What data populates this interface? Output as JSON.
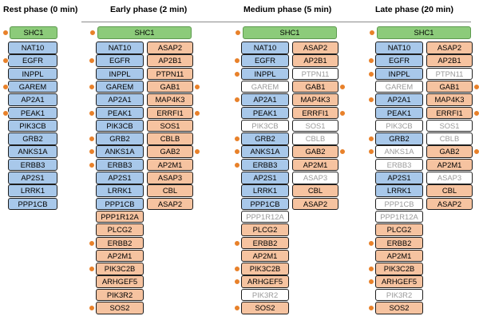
{
  "phases": [
    {
      "title": "Rest phase (0 min)"
    },
    {
      "title": "Early phase (2 min)"
    },
    {
      "title": "Medium phase (5 min)"
    },
    {
      "title": "Late phase (20 min)"
    }
  ],
  "hub": "SHC1",
  "rest": {
    "left": [
      "NAT10",
      "EGFR",
      "INPPL",
      "GAREM",
      "AP2A1",
      "PEAK1",
      "PIK3CB",
      "GRB2",
      "ANKS1A",
      "ERBB3",
      "AP2S1",
      "LRRK1",
      "PPP1CB"
    ]
  },
  "early": {
    "left": [
      "NAT10",
      "EGFR",
      "INPPL",
      "GAREM",
      "AP2A1",
      "PEAK1",
      "PIK3CB",
      "GRB2",
      "ANKS1A",
      "ERBB3",
      "AP2S1",
      "LRRK1",
      "PPP1CB"
    ],
    "right": [
      "ASAP2",
      "AP2B1",
      "PTPN11",
      "GAB1",
      "MAP4K3",
      "ERRFI1",
      "SOS1",
      "CBLB",
      "GAB2",
      "AP2M1",
      "ASAP3",
      "CBL",
      "ASAP2"
    ],
    "bottom": [
      "PPP1R12A",
      "PLCG2",
      "ERBB2",
      "AP2M1",
      "PIK3C2B",
      "ARHGEF5",
      "PIK3R2",
      "SOS2"
    ]
  },
  "medium": {
    "left": [
      "NAT10",
      "EGFR",
      "INPPL",
      "GAREM",
      "AP2A1",
      "PEAK1",
      "PIK3CB",
      "GRB2",
      "ANKS1A",
      "ERBB3",
      "AP2S1",
      "LRRK1",
      "PPP1CB"
    ],
    "right": [
      "ASAP2",
      "AP2B1",
      "PTPN11",
      "GAB1",
      "MAP4K3",
      "ERRFI1",
      "SOS1",
      "CBLB",
      "GAB2",
      "AP2M1",
      "ASAP3",
      "CBL",
      "ASAP2"
    ],
    "bottom": [
      "PPP1R12A",
      "PLCG2",
      "ERBB2",
      "AP2M1",
      "PIK3C2B",
      "ARHGEF5",
      "PIK3R2",
      "SOS2"
    ]
  },
  "late": {
    "left": [
      "NAT10",
      "EGFR",
      "INPPL",
      "GAREM",
      "AP2A1",
      "PEAK1",
      "PIK3CB",
      "GRB2",
      "ANKS1A",
      "ERBB3",
      "AP2S1",
      "LRRK1",
      "PPP1CB"
    ],
    "right": [
      "ASAP2",
      "AP2B1",
      "PTPN11",
      "GAB1",
      "MAP4K3",
      "ERRFI1",
      "SOS1",
      "CBLB",
      "GAB2",
      "AP2M1",
      "ASAP3",
      "CBL",
      "ASAP2"
    ],
    "bottom": [
      "PPP1R12A",
      "PLCG2",
      "ERBB2",
      "AP2M1",
      "PIK3C2B",
      "ARHGEF5",
      "PIK3R2",
      "SOS2"
    ]
  },
  "colors": {
    "hub": "#8ccb7a",
    "blue": "#a8c8ea",
    "orange": "#f6c3a0",
    "absent": "#ffffff",
    "marker": "#e8812a"
  }
}
